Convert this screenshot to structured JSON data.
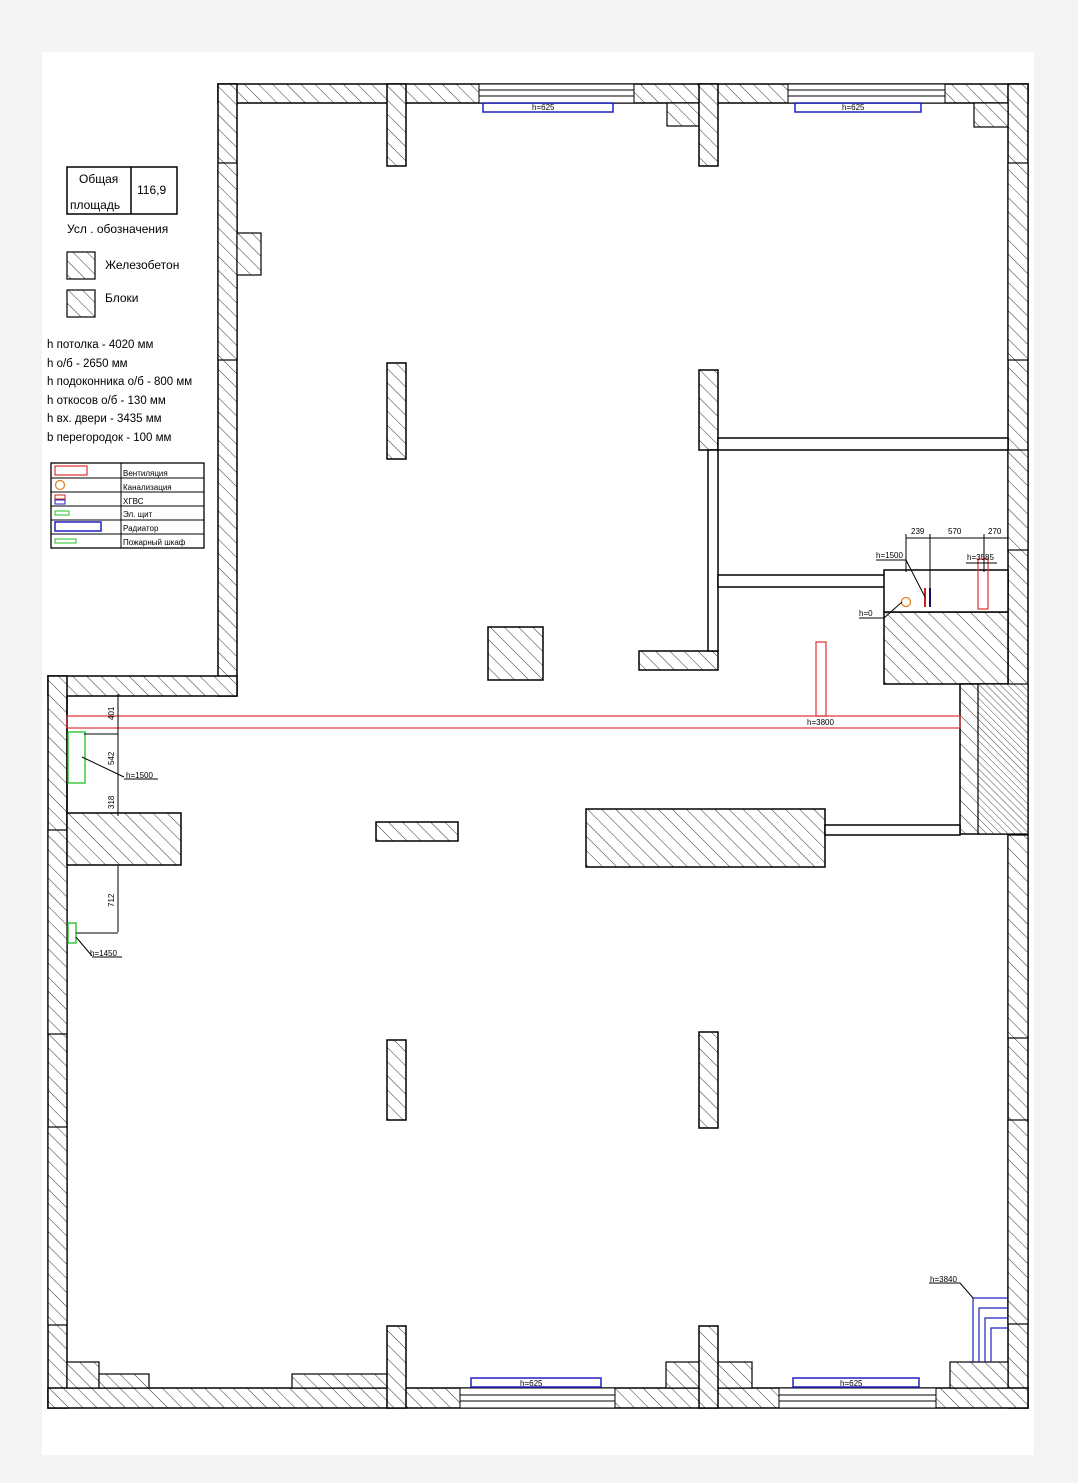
{
  "area": {
    "label_line1": "Общая",
    "label_line2": "площадь",
    "value": "116,9"
  },
  "legend": {
    "title": "Усл . обозначения",
    "items": [
      {
        "label": "Железобетон"
      },
      {
        "label": "Блоки"
      }
    ]
  },
  "heights": [
    "h потолка - 4020 мм",
    "h о/б - 2650 мм",
    "h подоконника о/б - 800 мм",
    "h откосов о/б - 130 мм",
    "h вх. двери - 3435 мм",
    "b перегородок - 100 мм"
  ],
  "symbols": [
    {
      "label": "Вентиляция",
      "color": "#e03030"
    },
    {
      "label": "Канализация",
      "color": "#e08020"
    },
    {
      "label": "ХГВС",
      "color": "#d02020"
    },
    {
      "label": "Эл. щит",
      "color": "#20c020"
    },
    {
      "label": "Радиатор",
      "color": "#2020c0"
    },
    {
      "label": "Пожарный шкаф",
      "color": "#20c020"
    }
  ],
  "dimensions": {
    "d239": "239",
    "d570": "570",
    "d270": "270",
    "d401": "401",
    "d542": "542",
    "d318": "318",
    "d712": "712"
  },
  "marks": {
    "rad_top_left": "h=625",
    "rad_top_right": "h=625",
    "rad_bot_left": "h=625",
    "rad_bot_right": "h=625",
    "h1500_riser": "h=1500",
    "h3585": "h=3585",
    "h0": "h=0",
    "h3800": "h=3800",
    "h1500_panel": "h=1500",
    "h1450": "h=1450",
    "h3840": "h=3840"
  }
}
